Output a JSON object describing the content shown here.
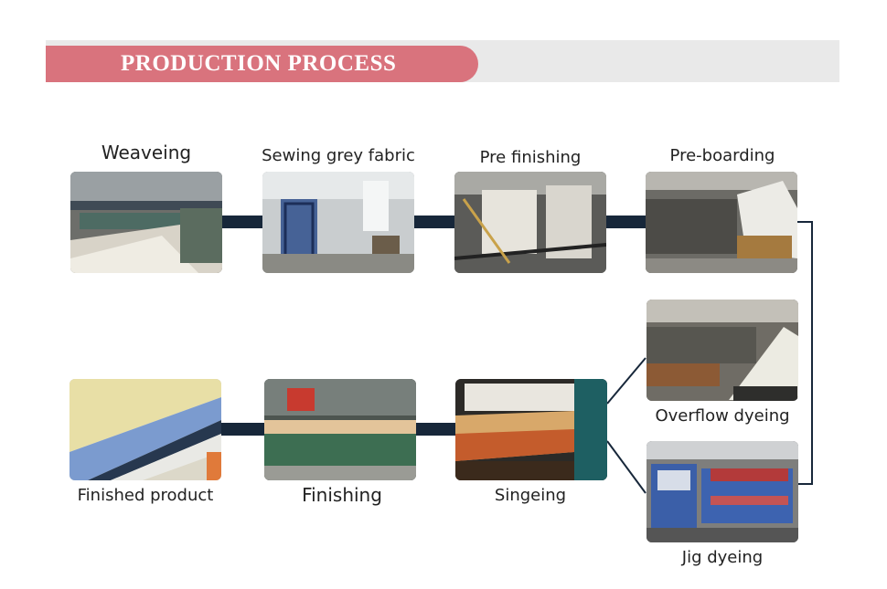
{
  "header": {
    "title": "PRODUCTION PROCESS",
    "accent": "#d9737d",
    "bar": "#e9e9e9"
  },
  "connector_color": "#17273a",
  "steps": [
    {
      "label": "Weaveing",
      "icon": "weaving-loom-photo"
    },
    {
      "label": "Sewing grey fabric",
      "icon": "sewing-workshop-photo"
    },
    {
      "label": "Pre finishing",
      "icon": "pre-finishing-machine-photo"
    },
    {
      "label": "Pre-boarding",
      "icon": "pre-boarding-machine-photo"
    },
    {
      "label": "Overflow dyeing",
      "icon": "overflow-dyeing-photo"
    },
    {
      "label": "Jig dyeing",
      "icon": "jig-dyeing-machine-photo"
    },
    {
      "label": "Singeing",
      "icon": "singeing-machine-photo"
    },
    {
      "label": "Finishing",
      "icon": "finishing-machine-photo"
    },
    {
      "label": "Finished product",
      "icon": "finished-fabric-photo"
    }
  ]
}
